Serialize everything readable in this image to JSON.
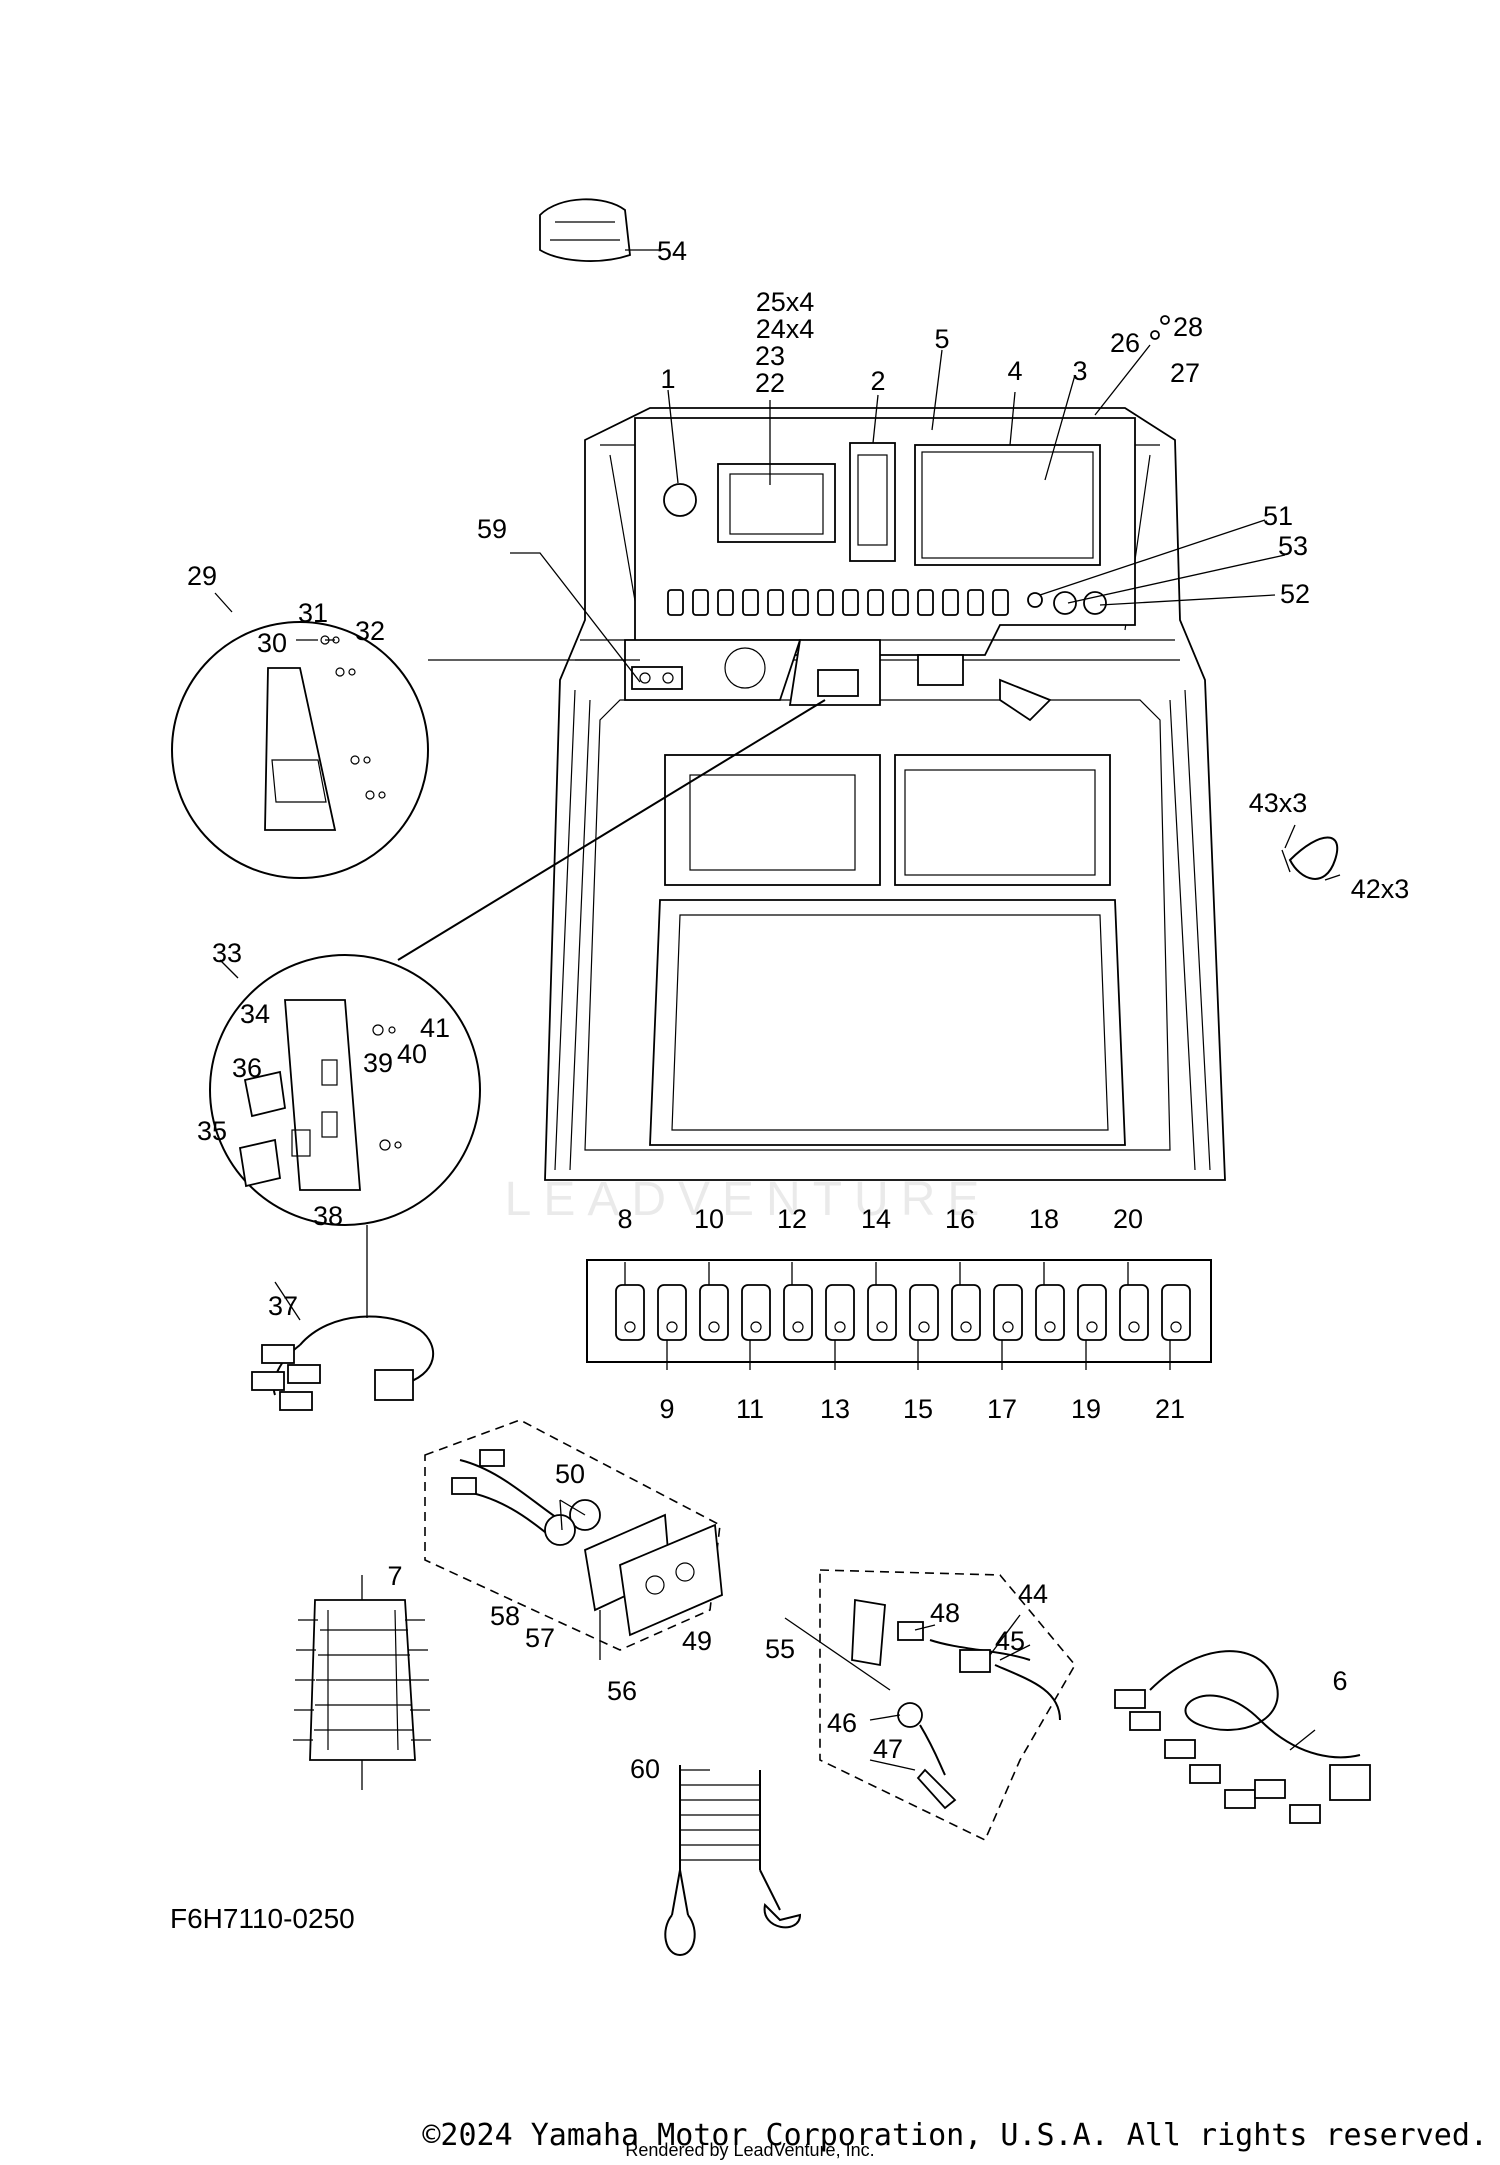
{
  "callouts": [
    {
      "id": "1",
      "text": "1"
    },
    {
      "id": "2",
      "text": "2"
    },
    {
      "id": "3",
      "text": "3"
    },
    {
      "id": "4",
      "text": "4"
    },
    {
      "id": "5",
      "text": "5"
    },
    {
      "id": "6",
      "text": "6"
    },
    {
      "id": "7",
      "text": "7"
    },
    {
      "id": "8",
      "text": "8"
    },
    {
      "id": "9",
      "text": "9"
    },
    {
      "id": "10",
      "text": "10"
    },
    {
      "id": "11",
      "text": "11"
    },
    {
      "id": "12",
      "text": "12"
    },
    {
      "id": "13",
      "text": "13"
    },
    {
      "id": "14",
      "text": "14"
    },
    {
      "id": "15",
      "text": "15"
    },
    {
      "id": "16",
      "text": "16"
    },
    {
      "id": "17",
      "text": "17"
    },
    {
      "id": "18",
      "text": "18"
    },
    {
      "id": "19",
      "text": "19"
    },
    {
      "id": "20",
      "text": "20"
    },
    {
      "id": "21",
      "text": "21"
    },
    {
      "id": "22",
      "text": "22"
    },
    {
      "id": "23",
      "text": "23"
    },
    {
      "id": "24",
      "text": "24x4"
    },
    {
      "id": "25",
      "text": "25x4"
    },
    {
      "id": "26",
      "text": "26"
    },
    {
      "id": "27",
      "text": "27"
    },
    {
      "id": "28",
      "text": "28"
    },
    {
      "id": "29",
      "text": "29"
    },
    {
      "id": "30",
      "text": "30"
    },
    {
      "id": "31",
      "text": "31"
    },
    {
      "id": "32",
      "text": "32"
    },
    {
      "id": "33",
      "text": "33"
    },
    {
      "id": "34",
      "text": "34"
    },
    {
      "id": "35",
      "text": "35"
    },
    {
      "id": "36",
      "text": "36"
    },
    {
      "id": "37",
      "text": "37"
    },
    {
      "id": "38",
      "text": "38"
    },
    {
      "id": "39",
      "text": "39"
    },
    {
      "id": "40",
      "text": "40"
    },
    {
      "id": "41",
      "text": "41"
    },
    {
      "id": "42",
      "text": "42x3"
    },
    {
      "id": "43",
      "text": "43x3"
    },
    {
      "id": "44",
      "text": "44"
    },
    {
      "id": "45",
      "text": "45"
    },
    {
      "id": "46",
      "text": "46"
    },
    {
      "id": "47",
      "text": "47"
    },
    {
      "id": "48",
      "text": "48"
    },
    {
      "id": "49",
      "text": "49"
    },
    {
      "id": "50",
      "text": "50"
    },
    {
      "id": "51",
      "text": "51"
    },
    {
      "id": "52",
      "text": "52"
    },
    {
      "id": "53",
      "text": "53"
    },
    {
      "id": "54",
      "text": "54"
    },
    {
      "id": "55",
      "text": "55"
    },
    {
      "id": "56",
      "text": "56"
    },
    {
      "id": "57",
      "text": "57"
    },
    {
      "id": "58",
      "text": "58"
    },
    {
      "id": "59",
      "text": "59"
    },
    {
      "id": "60",
      "text": "60"
    }
  ],
  "diagram_code": "F6H7110-0250",
  "watermark": "LEADVENTURE",
  "copyright": "©2024 Yamaha Motor Corporation, U.S.A. All rights reserved.",
  "rendered_by": "Rendered by LeadVenture, Inc."
}
